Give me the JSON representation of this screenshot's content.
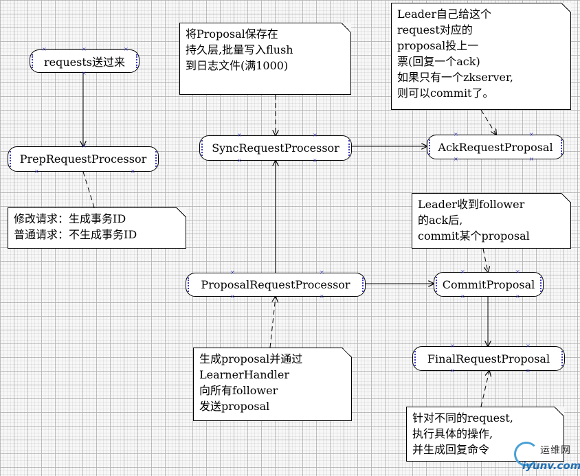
{
  "nodes": {
    "requests": "requests送过来",
    "prep": "PrepRequestProcessor",
    "sync": "SyncRequestProcessor",
    "ack": "AckRequestProposal",
    "proposal": "ProposalRequestProcessor",
    "commit": "CommitProposal",
    "final": "FinalRequestProposal"
  },
  "notes": {
    "prep_note": [
      "修改请求：生成事务ID",
      "普通请求：不生成事务ID"
    ],
    "sync_note": [
      "将Proposal保存在",
      "持久层,批量写入flush",
      "到日志文件(满1000)"
    ],
    "ack_note": [
      "Leader自己给这个",
      "request对应的",
      "proposal投上一",
      "票(回复一个ack)",
      "如果只有一个zkserver,",
      "则可以commit了。"
    ],
    "commit_note": [
      "Leader收到follower",
      "的ack后,",
      "commit某个proposal"
    ],
    "proposal_note": [
      "生成proposal并通过",
      "LearnerHandler",
      "向所有follower",
      "发送proposal"
    ],
    "final_note": [
      "针对不同的request,",
      "执行具体的操作,",
      "并生成回复命令"
    ]
  },
  "watermark": {
    "top": "运维网",
    "bottom": "iyunv.com"
  }
}
